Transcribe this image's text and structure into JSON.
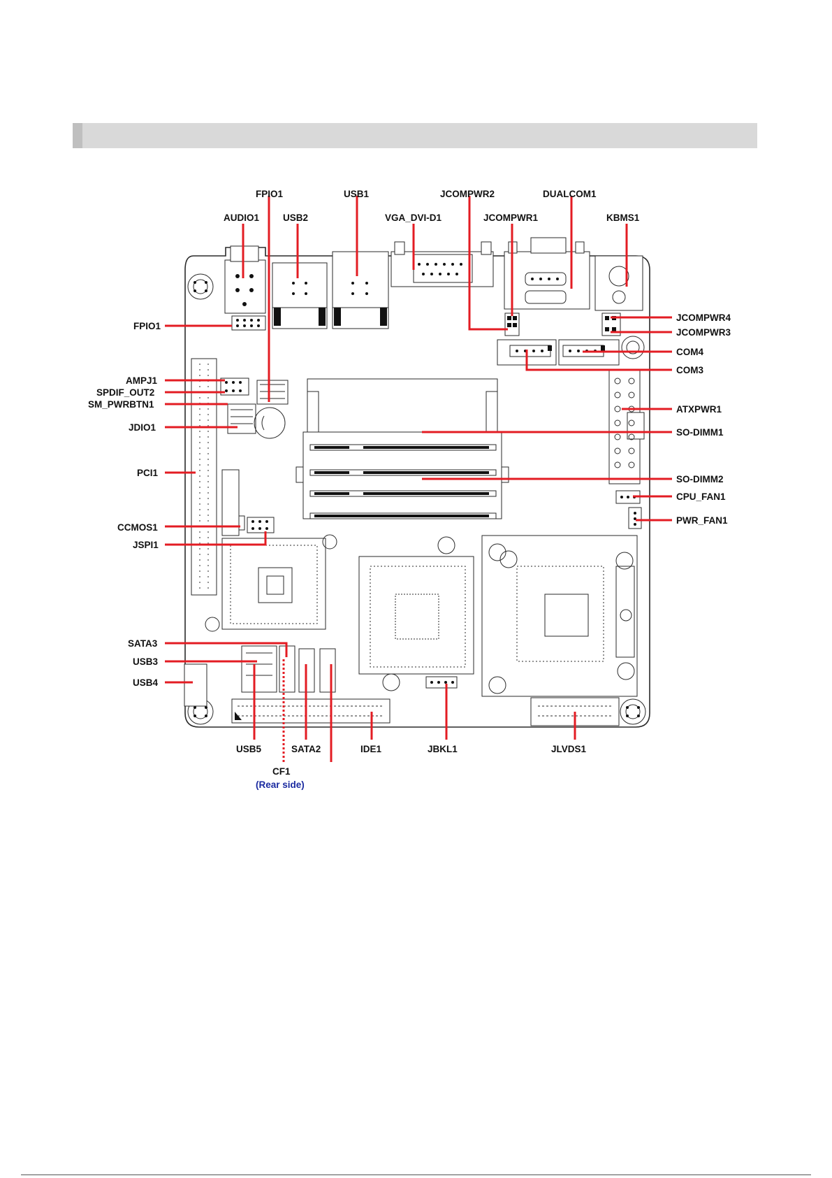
{
  "colors": {
    "leader": "#e31c23",
    "header_bar": "#d9d9d9",
    "rear_note": "#1a2aa0"
  },
  "labels": {
    "fpio1_top": "FPIO1",
    "usb1": "USB1",
    "jcompwr2": "JCOMPWR2",
    "dualcom1": "DUALCOM1",
    "audio1": "AUDIO1",
    "usb2": "USB2",
    "vga_dvi_d1": "VGA_DVI-D1",
    "jcompwr1": "JCOMPWR1",
    "kbms1": "KBMS1",
    "fpio1_left": "FPIO1",
    "ampj1": "AMPJ1",
    "spdif_out2": "SPDIF_OUT2",
    "sm_pwrbtn1": "SM_PWRBTN1",
    "jdio1": "JDIO1",
    "pci1": "PCI1",
    "ccmos1": "CCMOS1",
    "jspi1": "JSPI1",
    "sata3": "SATA3",
    "usb3": "USB3",
    "usb4": "USB4",
    "jcompwr4": "JCOMPWR4",
    "jcompwr3": "JCOMPWR3",
    "com4": "COM4",
    "com3": "COM3",
    "atxpwr1": "ATXPWR1",
    "so_dimm1": "SO-DIMM1",
    "so_dimm2": "SO-DIMM2",
    "cpu_fan1": "CPU_FAN1",
    "pwr_fan1": "PWR_FAN1",
    "usb5": "USB5",
    "sata2": "SATA2",
    "ide1": "IDE1",
    "jbkl1": "JBKL1",
    "jlvds1": "JLVDS1",
    "cf1": "CF1",
    "rear_side": "(Rear side)"
  }
}
